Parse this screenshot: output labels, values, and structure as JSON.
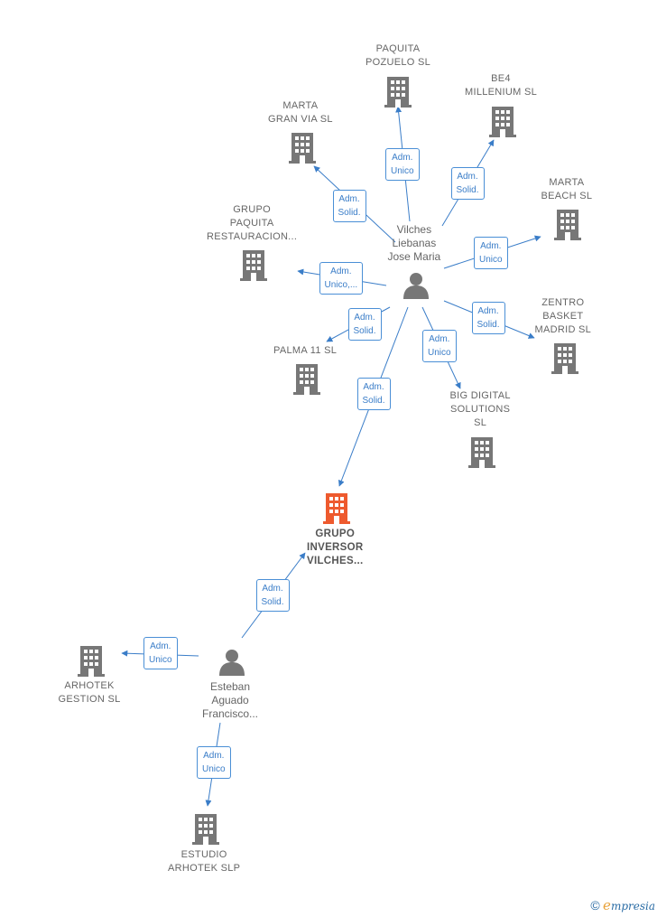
{
  "colors": {
    "company": "#777777",
    "company_main": "#ee5a2e",
    "person": "#777777",
    "edge": "#3a7dc8"
  },
  "nodes": [
    {
      "id": "paquita",
      "type": "company",
      "label": "PAQUITA\nPOZUELO  SL"
    },
    {
      "id": "be4",
      "type": "company",
      "label": "BE4\nMILLENIUM SL"
    },
    {
      "id": "marta_gv",
      "type": "company",
      "label": "MARTA\nGRAN VIA  SL"
    },
    {
      "id": "grupo_paquita",
      "type": "company",
      "label": "GRUPO\nPAQUITA\nRESTAURACION..."
    },
    {
      "id": "marta_beach",
      "type": "company",
      "label": "MARTA\nBEACH  SL"
    },
    {
      "id": "zentro",
      "type": "company",
      "label": "ZENTRO\nBASKET\nMADRID  SL"
    },
    {
      "id": "palma",
      "type": "company",
      "label": "PALMA 11  SL"
    },
    {
      "id": "big_digital",
      "type": "company",
      "label": "BIG DIGITAL\nSOLUTIONS\nSL"
    },
    {
      "id": "grupo_inversor",
      "type": "company_main",
      "label": "GRUPO\nINVERSOR\nVILCHES..."
    },
    {
      "id": "arhotek",
      "type": "company",
      "label": "ARHOTEK\nGESTION  SL"
    },
    {
      "id": "estudio",
      "type": "company",
      "label": "ESTUDIO\nARHOTEK SLP"
    },
    {
      "id": "vilches",
      "type": "person",
      "label": "Vilches\nLiebanas\nJose Maria"
    },
    {
      "id": "esteban",
      "type": "person",
      "label": "Esteban\nAguado\nFrancisco..."
    }
  ],
  "edges": [
    {
      "from": "vilches",
      "to": "paquita",
      "label": "Adm.\nUnico"
    },
    {
      "from": "vilches",
      "to": "be4",
      "label": "Adm.\nSolid."
    },
    {
      "from": "vilches",
      "to": "marta_gv",
      "label": "Adm.\nSolid."
    },
    {
      "from": "vilches",
      "to": "grupo_paquita",
      "label": "Adm.\nUnico,..."
    },
    {
      "from": "vilches",
      "to": "marta_beach",
      "label": "Adm.\nUnico"
    },
    {
      "from": "vilches",
      "to": "zentro",
      "label": "Adm.\nSolid."
    },
    {
      "from": "vilches",
      "to": "palma",
      "label": "Adm.\nSolid."
    },
    {
      "from": "vilches",
      "to": "big_digital",
      "label": "Adm.\nUnico"
    },
    {
      "from": "vilches",
      "to": "grupo_inversor",
      "label": "Adm.\nSolid."
    },
    {
      "from": "esteban",
      "to": "grupo_inversor",
      "label": "Adm.\nSolid."
    },
    {
      "from": "esteban",
      "to": "arhotek",
      "label": "Adm.\nUnico"
    },
    {
      "from": "esteban",
      "to": "estudio",
      "label": "Adm.\nUnico"
    }
  ],
  "footer": {
    "copyright": "©",
    "brand_initial": "e",
    "brand_rest": "mpresia"
  }
}
